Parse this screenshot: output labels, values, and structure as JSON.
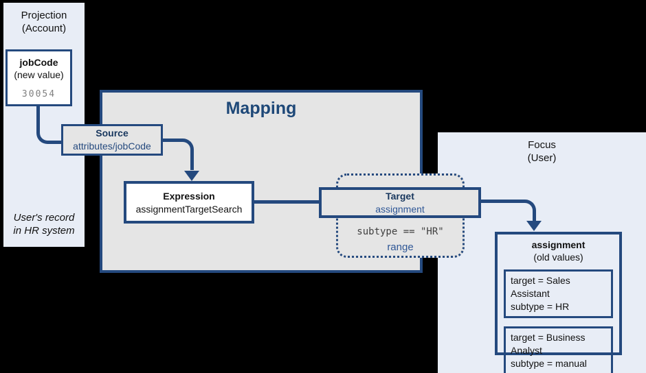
{
  "colors": {
    "background": "#000000",
    "panel_bg": "#E8EDF6",
    "gray_box_bg": "#E5E5E5",
    "border_navy": "#24497E",
    "title_navy": "#1E4878",
    "dark_navy_text": "#17365D",
    "blue_text": "#2F5796",
    "mono_gray": "#7F7F7F"
  },
  "projection_panel": {
    "title_line1": "Projection",
    "title_line2": "(Account)",
    "attribute_box": {
      "name": "jobCode",
      "qualifier": "(new value)",
      "value": "30054"
    },
    "footnote_line1": "User's record",
    "footnote_line2": "in HR system"
  },
  "mapping": {
    "title": "Mapping",
    "source_box": {
      "label": "Source",
      "value": "attributes/jobCode"
    },
    "expression_box": {
      "label": "Expression",
      "value": "assignmentTargetSearch"
    },
    "target_box": {
      "label": "Target",
      "value": "assignment"
    },
    "range_group": {
      "condition": "subtype == \"HR\"",
      "label": "range"
    }
  },
  "focus_panel": {
    "title_line1": "Focus",
    "title_line2": "(User)",
    "assignment_box": {
      "title": "assignment",
      "qualifier": "(old values)",
      "values": [
        {
          "line1": "target = Sales Assistant",
          "line2": "subtype = HR"
        },
        {
          "line1": "target = Business Analyst",
          "line2": "subtype = manual"
        }
      ]
    }
  }
}
